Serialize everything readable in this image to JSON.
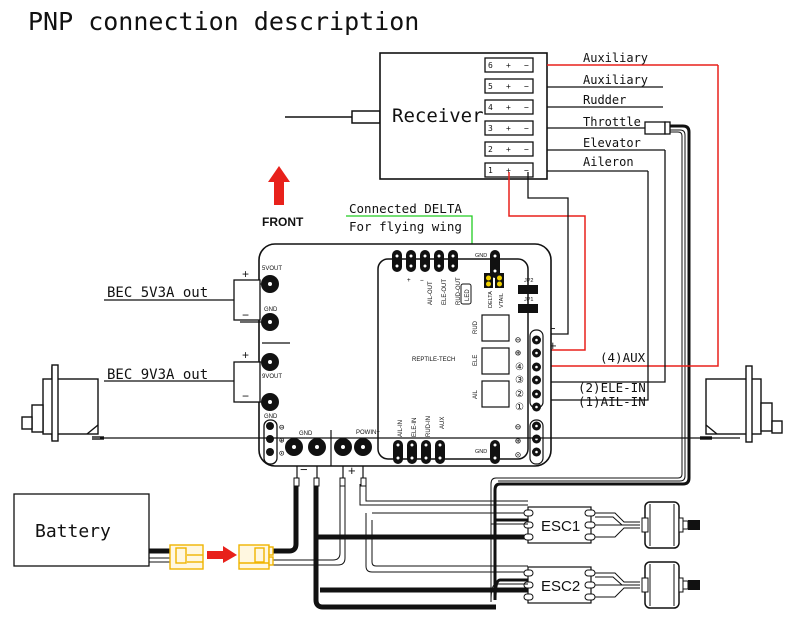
{
  "title": "PNP connection description",
  "receiver": {
    "label": "Receiver",
    "channels": [
      {
        "num": "6",
        "plus": "+",
        "minus": "−",
        "name": "Auxiliary"
      },
      {
        "num": "5",
        "plus": "+",
        "minus": "−",
        "name": "Auxiliary"
      },
      {
        "num": "4",
        "plus": "+",
        "minus": "−",
        "name": "Rudder"
      },
      {
        "num": "3",
        "plus": "+",
        "minus": "−",
        "name": "Throttle"
      },
      {
        "num": "2",
        "plus": "+",
        "minus": "−",
        "name": "Elevator"
      },
      {
        "num": "1",
        "plus": "+",
        "minus": "−",
        "name": "Aileron"
      }
    ]
  },
  "front": {
    "label": "FRONT",
    "icon": "arrow-up-icon",
    "color": "#e8211b"
  },
  "delta_note": {
    "line1": "Connected DELTA",
    "line2": "For flying wing",
    "color": "#22cc22"
  },
  "bec": [
    {
      "label": "BEC 5V3A out",
      "plus": "+",
      "minus": "−"
    },
    {
      "label": "BEC 9V3A out",
      "plus": "+",
      "minus": "−"
    }
  ],
  "board": {
    "brand": "REPTILE-TECH",
    "left_labels": {
      "v5": "5VOUT",
      "gnd1": "GND",
      "v9": "9VOUT",
      "gnd2": "GND",
      "gnd3": "GND",
      "powin": "POWIN+"
    },
    "top_pins": [
      "+",
      "−",
      "AIL-OUT",
      "ELE-OUT",
      "RUD-OUT"
    ],
    "led": "LED",
    "gnd_top": "GND",
    "jumpers": [
      "DELTA",
      "VTAIL"
    ],
    "jp": [
      "JP2",
      "JP1"
    ],
    "gyro_labels": [
      "RUD",
      "ELE",
      "AIL"
    ],
    "bottom_pins": [
      "AIL-IN",
      "ELE-IN",
      "RUD-IN",
      "AUX"
    ],
    "gnd_bottom": "GND",
    "right_symbols": [
      "⊖",
      "⊕",
      "④",
      "③",
      "②",
      "①"
    ],
    "power_signs": {
      "minus": "−",
      "plus": "+"
    },
    "rx_signs": {
      "minus": "−",
      "plus": "+"
    }
  },
  "inputs": [
    {
      "label": "(4)AUX"
    },
    {
      "label": "(2)ELE-IN"
    },
    {
      "label": "(1)AIL-IN"
    }
  ],
  "battery": {
    "label": "Battery",
    "connector_color": "#f0b400",
    "arrow_color": "#e8211b"
  },
  "escs": [
    {
      "label": "ESC1"
    },
    {
      "label": "ESC2"
    }
  ],
  "colors": {
    "wire": "#000000",
    "signal_red": "#e8211b",
    "delta_green": "#22cc22"
  }
}
